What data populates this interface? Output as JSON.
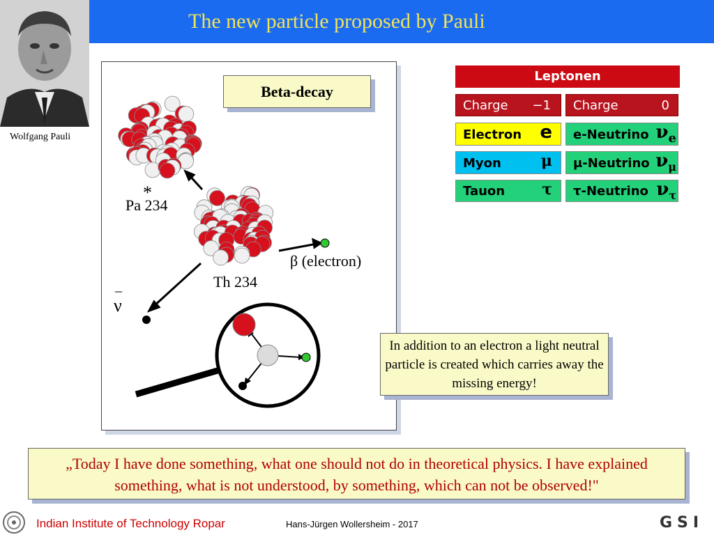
{
  "title": "The new particle proposed by Pauli",
  "photo_caption": "Wolfgang Pauli",
  "diagram": {
    "label_box": "Beta-decay",
    "pa_label": "Pa 234",
    "excited_mark": "*",
    "th_label": "Th 234",
    "beta_symbol": "β",
    "beta_text": "(electron)",
    "antineutrino_symbol": "ν",
    "antineutrino_bar": "_"
  },
  "leptons": {
    "header": "Leptonen",
    "charge_label": "Charge",
    "charge_lepton": "−1",
    "charge_neutrino": "0",
    "rows": [
      {
        "name": "Electron",
        "symbol": "e",
        "neutrino": "e-Neutrino",
        "nu_symbol": "ν",
        "nu_sub": "e"
      },
      {
        "name": "Myon",
        "symbol": "μ",
        "neutrino": "μ-Neutrino",
        "nu_symbol": "ν",
        "nu_sub": "μ"
      },
      {
        "name": "Tauon",
        "symbol": "τ",
        "neutrino": "τ-Neutrino",
        "nu_symbol": "ν",
        "nu_sub": "τ"
      }
    ]
  },
  "explanation": "In addition to an electron a light neutral particle is created which carries away the missing energy!",
  "quote": "„Today I have done something, what one should not do in theoretical physics. I have explained something, what is not understood, by something, which can not be observed!\"",
  "footer": {
    "institute": "Indian Institute of Technology Ropar",
    "author": "Hans-Jürgen Wollersheim - 2017",
    "logo_text": "GSI"
  },
  "colors": {
    "header_bg": "#1a6bf0",
    "title": "#f1e35a",
    "nucleon_red": "#d7101e",
    "nucleon_white": "#f0f0f0",
    "electron_green": "#32c832",
    "leptonen_red": "#cc0a14",
    "dark_red_cell": "#b8141e",
    "yellow_cell": "#ffff00",
    "cyan_cell": "#00c0f0",
    "green_cell": "#23d17a",
    "quote_text": "#b00000",
    "footer_text": "#cc0000"
  }
}
